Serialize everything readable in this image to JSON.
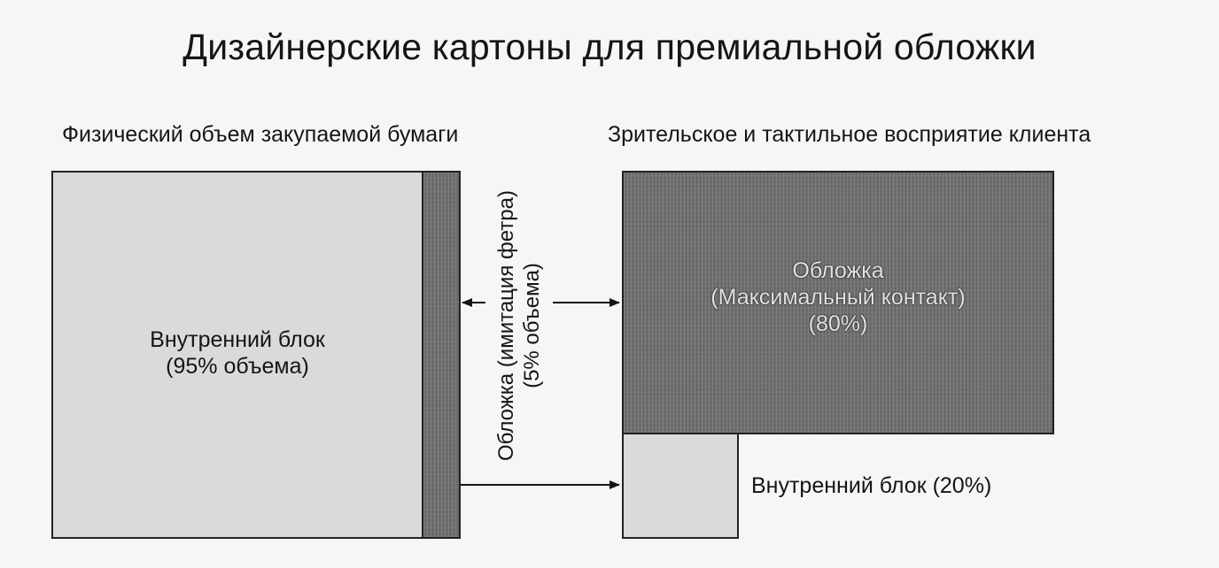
{
  "title": "Дизайнерские картоны для премиальной обложки",
  "left_section": {
    "heading": "Физический объем закупаемой бумаги",
    "inner_block_line1": "Внутренний блок",
    "inner_block_line2": "(95% объема)",
    "cover_line1": "Обложка (имитация фетра)",
    "cover_line2": "(5% объема)"
  },
  "right_section": {
    "heading": "Зрительское и тактильное восприятие клиента",
    "cover_line1": "Обложка",
    "cover_line2": "(Максимальный контакт)",
    "cover_line3": "(80%)",
    "inner_block": "Внутренний блок (20%)"
  },
  "colors": {
    "background": "#f6f6f6",
    "inner_block_fill": "#dadada",
    "felt_fill": "#6c6c6c",
    "outline": "#222222"
  }
}
